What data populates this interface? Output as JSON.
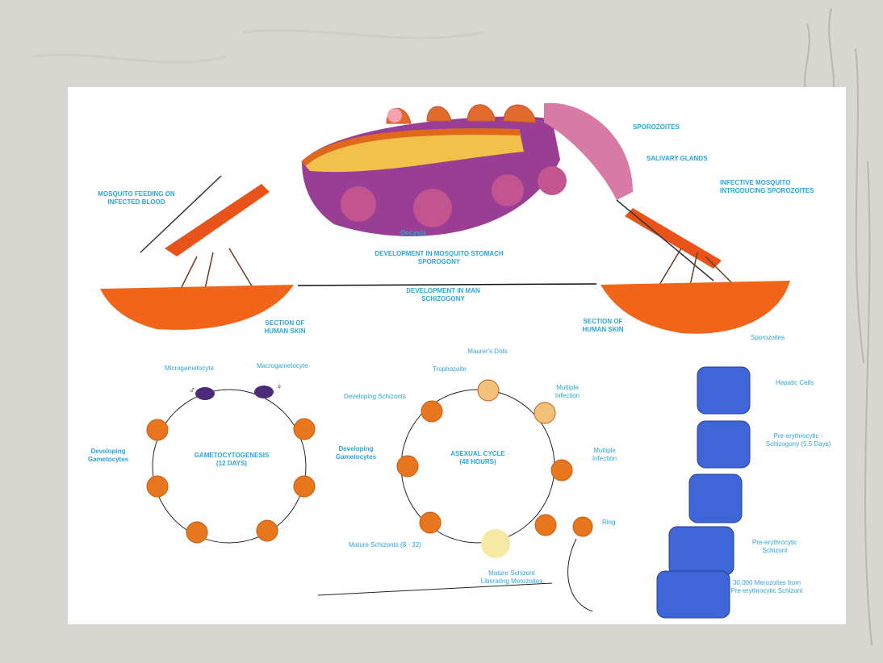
{
  "diagram": {
    "mosquito_stomach": {
      "sporozoites": "SPOROZOITES",
      "salivary_glands": "SALIVARY GLANDS",
      "oocysts": "Oocysts",
      "development_title": "DEVELOPMENT IN MOSQUITO STOMACH",
      "development_subtitle": "SPOROGONY"
    },
    "mosquitoes": {
      "feeding_label": "MOSQUITO FEEDING ON",
      "feeding_label_2": "INFECTED BLOOD",
      "infective_label": "INFECTIVE MOSQUITO",
      "infective_label_2": "INTRODUCING SPOROZOITES"
    },
    "man": {
      "development_title": "DEVELOPMENT IN MAN",
      "development_subtitle": "SCHIZOGONY",
      "skin_left_1": "SECTION OF",
      "skin_left_2": "HUMAN SKIN",
      "skin_right_1": "SECTION OF",
      "skin_right_2": "HUMAN SKIN"
    },
    "gametocyte_cycle": {
      "microgametocyte": "Microgametocyte",
      "macrogametocyte": "Macrogametocyte",
      "developing_left_1": "Developing",
      "developing_left_2": "Gametocytes",
      "developing_right_1": "Developing",
      "developing_right_2": "Gametocytes",
      "center_title": "GAMETOCYTOGENESIS",
      "center_subtitle": "(12 DAYS)",
      "male_symbol": "♂",
      "female_symbol": "♀"
    },
    "asexual_cycle": {
      "maurers_dots": "Maurer's Dots",
      "trophozoite": "Trophozoite",
      "developing_schizonts": "Developing Schizonts",
      "multiple_infection_1a": "Multiple",
      "multiple_infection_1b": "Infection",
      "multiple_infection_2a": "Multiple",
      "multiple_infection_2b": "Infection",
      "center_title": "ASEXUAL CYCLE",
      "center_subtitle": "(48 HOURS)",
      "ring": "Ring",
      "mature_schizonts": "Mature Schizonts (8 - 32)",
      "liberating_1": "Mature Schizont",
      "liberating_2": "Liberating Merozoites"
    },
    "liver": {
      "sporozoites": "Sporozoites",
      "hepatic_cells": "Hepatic Cells",
      "pre_erythro_schizogony_1": "Pre-erythrocytic -",
      "pre_erythro_schizogony_2": "Schizogony (5.5 Days)",
      "pre_erythro_schizont_1": "Pre-erythrocytic",
      "pre_erythro_schizont_2": "Schizont",
      "merozoites_1": "30,000 Merozoites from",
      "merozoites_2": "Pre-erythrocytic Schizont"
    },
    "colors": {
      "label": "#2aa7d8",
      "rbc": "#e8761f",
      "skin": "#f0651a",
      "stomach": "#9a3d95",
      "liver_cell": "#3f66d8"
    }
  }
}
